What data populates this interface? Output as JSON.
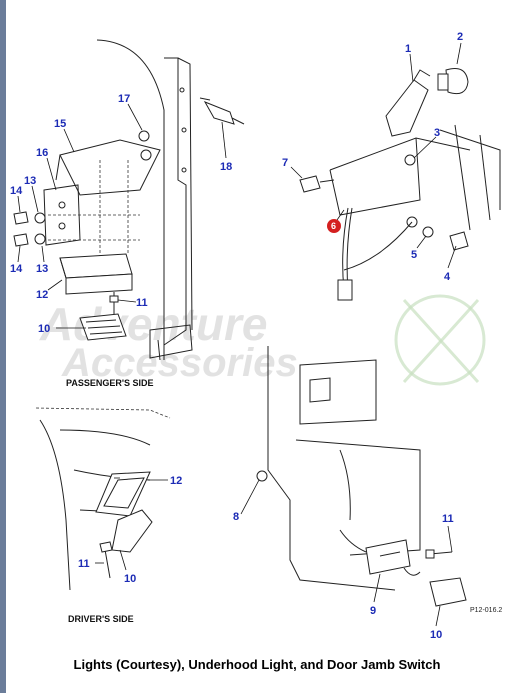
{
  "callouts": {
    "c1": "1",
    "c2": "2",
    "c3": "3",
    "c4": "4",
    "c5": "5",
    "c6": "6",
    "c7": "7",
    "c8": "8",
    "c9": "9",
    "c10a": "10",
    "c10b": "10",
    "c10c": "10",
    "c11a": "11",
    "c11b": "11",
    "c11c": "11",
    "c12a": "12",
    "c12b": "12",
    "c13a": "13",
    "c13b": "13",
    "c14a": "14",
    "c14b": "14",
    "c15": "15",
    "c16": "16",
    "c17": "17",
    "c18": "18"
  },
  "labels": {
    "passenger_side": "PASSENGER'S SIDE",
    "drivers_side": "DRIVER'S SIDE",
    "figure_ref": "P12-016.2"
  },
  "watermark": {
    "line1": "Adventure",
    "line2": "Accessories"
  },
  "caption": "Lights (Courtesy), Underhood Light, and Door Jamb Switch",
  "colors": {
    "callout": "#1c2bb5",
    "highlight": "#d42020",
    "border": "#6b7d9a"
  }
}
